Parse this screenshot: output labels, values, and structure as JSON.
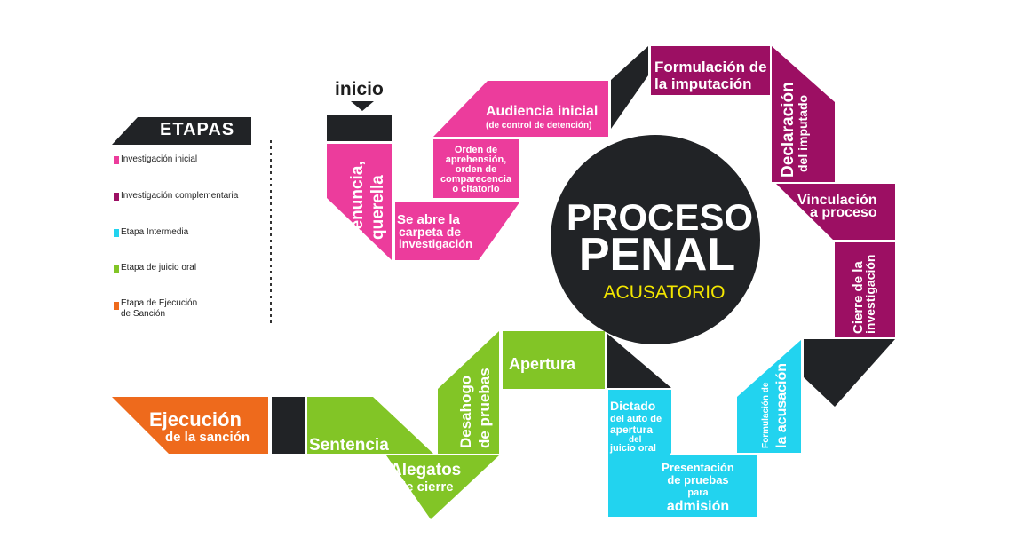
{
  "colors": {
    "investigacion_inicial": "#ec3c9c",
    "investigacion_complementaria": "#9c0f63",
    "etapa_intermedia": "#22d3ef",
    "juicio_oral": "#82c526",
    "ejecucion": "#ee6a1c",
    "dark": "#212326",
    "center_subtitle": "#f3e600"
  },
  "legend": {
    "title": "ETAPAS",
    "items": [
      {
        "label": "Investigación inicial"
      },
      {
        "label": "Investigación complementaria"
      },
      {
        "label": "Etapa Intermedia"
      },
      {
        "label": "Etapa de juicio oral"
      },
      {
        "label_line1": "Etapa de Ejecución",
        "label_line2": "de Sanción"
      }
    ]
  },
  "start": {
    "label": "inicio"
  },
  "center": {
    "line1": "PROCESO",
    "line2": "PENAL",
    "subtitle": "ACUSATORIO"
  },
  "steps": {
    "denuncia": {
      "line1": "denuncia,",
      "line2": "querella"
    },
    "carpeta": {
      "line1": "Se abre la",
      "line2": "carpeta de",
      "line3": "investigación"
    },
    "orden": {
      "line1": "Orden de",
      "line2": "aprehensión,",
      "line3": "orden de",
      "line4": "comparecencia",
      "line5": "o citatorio"
    },
    "audiencia": {
      "line1": "Audiencia inicial",
      "line2": "(de control de detención)"
    },
    "formulacion": {
      "line1": "Formulación de",
      "line2": "la imputación"
    },
    "declaracion": {
      "line1": "Declaración",
      "line2": "del imputado"
    },
    "vinculacion": {
      "line1": "Vinculación",
      "line2": "a proceso"
    },
    "cierre": {
      "line1": "Cierre de la",
      "line2": "investigación"
    },
    "formulacion_acusacion": {
      "line1": "Formulación de",
      "line2": "la acusación"
    },
    "presentacion": {
      "line1": "Presentación",
      "line2": "de pruebas",
      "line3": "para",
      "line4": "admisión"
    },
    "dictado": {
      "line1": "Dictado",
      "line2": "del auto de",
      "line3": "apertura",
      "line4": "del",
      "line5": "juicio oral"
    },
    "apertura": {
      "line1": "Apertura"
    },
    "desahogo": {
      "line1": "Desahogo",
      "line2": "de pruebas"
    },
    "alegatos": {
      "line1": "Alegatos",
      "line2": "de cierre"
    },
    "sentencia": {
      "line1": "Sentencia"
    },
    "ejecucion": {
      "line1": "Ejecución",
      "line2": "de la sanción"
    }
  }
}
